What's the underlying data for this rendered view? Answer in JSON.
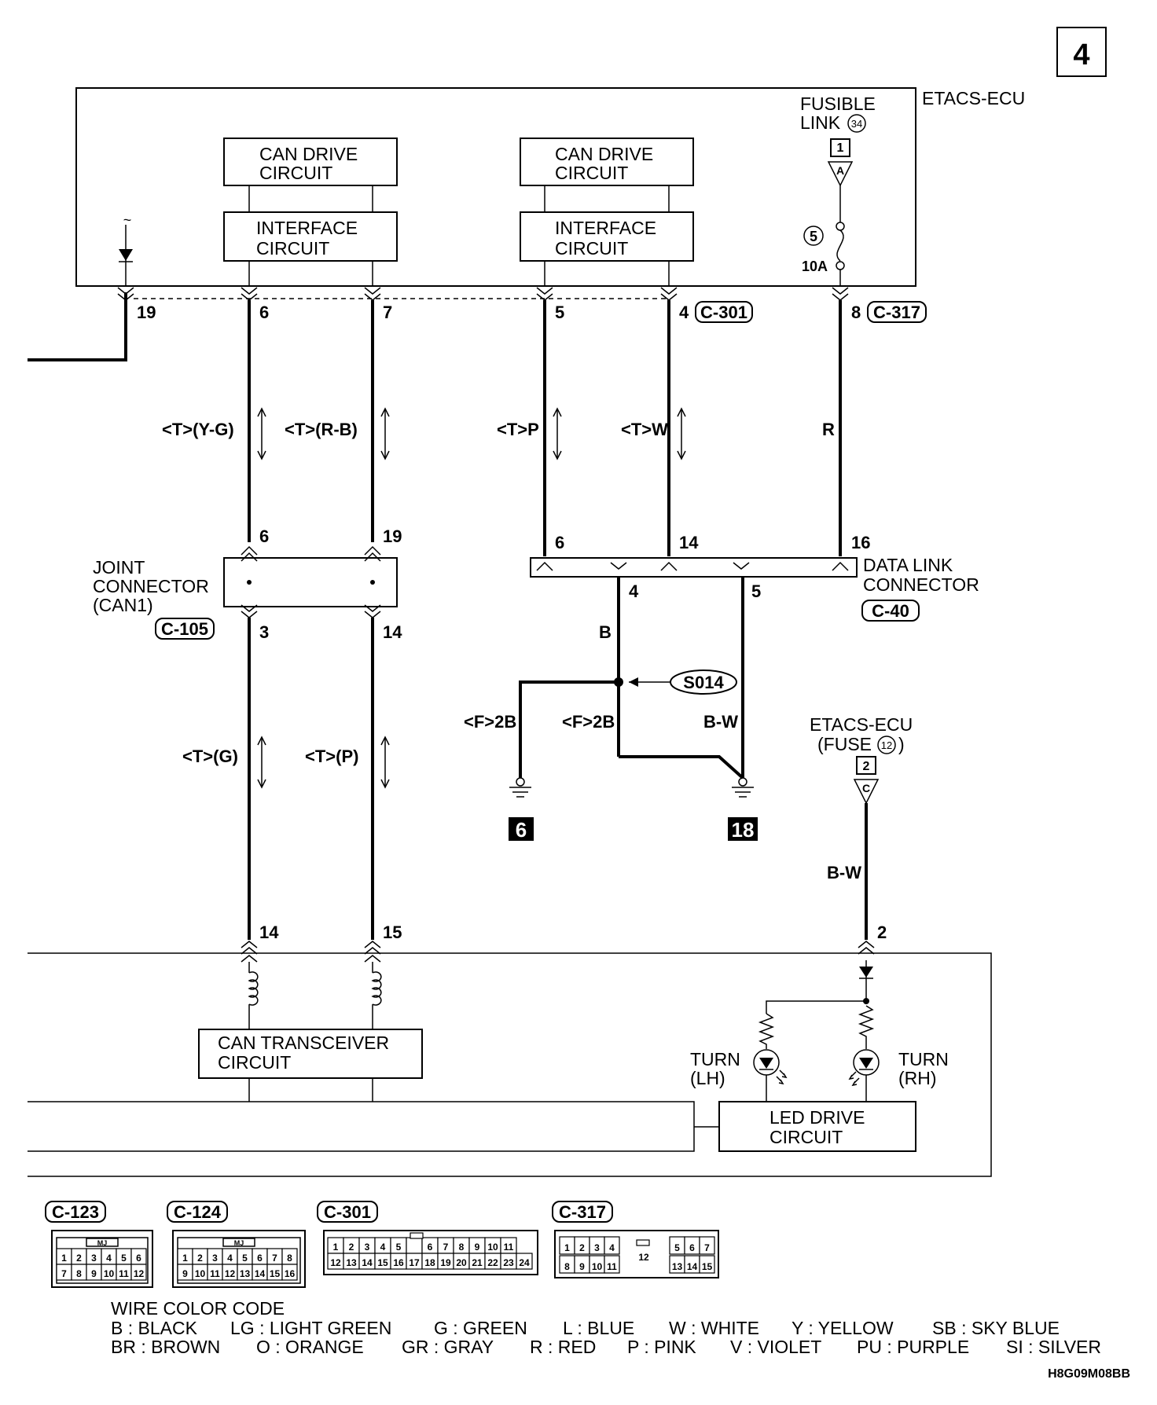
{
  "page_number": "4",
  "ecu": {
    "label": "ETACS-ECU",
    "fusible_link": {
      "line1": "FUSIBLE",
      "line2": "LINK",
      "num": "34",
      "box": "1",
      "tri": "A"
    },
    "fuse": {
      "num": "5",
      "amp": "10A"
    },
    "blocks": [
      {
        "l1": "CAN DRIVE",
        "l2": "CIRCUIT"
      },
      {
        "l1": "INTERFACE",
        "l2": "CIRCUIT"
      },
      {
        "l1": "CAN DRIVE",
        "l2": "CIRCUIT"
      },
      {
        "l1": "INTERFACE",
        "l2": "CIRCUIT"
      }
    ],
    "pins": [
      "19",
      "6",
      "7",
      "5",
      "4",
      "8"
    ],
    "connector_ids": [
      "C-301",
      "C-317"
    ]
  },
  "wires_upper": [
    "<T>(Y-G)",
    "<T>(R-B)",
    "<T>P",
    "<T>W",
    "R"
  ],
  "joint": {
    "line1": "JOINT",
    "line2": "CONNECTOR",
    "line3": "(CAN1)",
    "id": "C-105",
    "pins_top": [
      "6",
      "19"
    ],
    "pins_bottom": [
      "3",
      "14"
    ]
  },
  "dlc": {
    "line1": "DATA LINK",
    "line2": "CONNECTOR",
    "id": "C-40",
    "pins_top": [
      "6",
      "14",
      "16"
    ],
    "pins_bottom": [
      "4",
      "5"
    ]
  },
  "lower_wires": {
    "b": "B",
    "bw": "B-W",
    "f1": "<F>2B",
    "f2": "<F>2B",
    "splice": "S014",
    "ground1": "6",
    "ground2": "18",
    "tg": "<T>(G)",
    "tp": "<T>(P)"
  },
  "etacs_fuse": {
    "line1": "ETACS-ECU",
    "line2": "(FUSE",
    "num": "12",
    "close": ")",
    "box": "2",
    "tri": "C",
    "wire": "B-W",
    "pin": "2"
  },
  "bottom_pins": [
    "14",
    "15"
  ],
  "meter": {
    "can_l1": "CAN TRANSCEIVER",
    "can_l2": "CIRCUIT",
    "led_l1": "LED DRIVE",
    "led_l2": "CIRCUIT",
    "turn_lh_1": "TURN",
    "turn_lh_2": "(LH)",
    "turn_rh_1": "TURN",
    "turn_rh_2": "(RH)"
  },
  "connectors": [
    {
      "id": "C-123",
      "tag": "MJ",
      "row1": [
        "1",
        "2",
        "3",
        "4",
        "5",
        "6"
      ],
      "row2": [
        "7",
        "8",
        "9",
        "10",
        "11",
        "12"
      ]
    },
    {
      "id": "C-124",
      "tag": "MJ",
      "row1": [
        "1",
        "2",
        "3",
        "4",
        "5",
        "6",
        "7",
        "8"
      ],
      "row2": [
        "9",
        "10",
        "11",
        "12",
        "13",
        "14",
        "15",
        "16"
      ]
    },
    {
      "id": "C-301",
      "row1": [
        "1",
        "2",
        "3",
        "4",
        "5",
        "",
        "6",
        "7",
        "8",
        "9",
        "10",
        "11"
      ],
      "row2": [
        "12",
        "13",
        "14",
        "15",
        "16",
        "17",
        "18",
        "19",
        "20",
        "21",
        "22",
        "23",
        "24"
      ]
    },
    {
      "id": "C-317",
      "row1": [
        "1",
        "2",
        "3",
        "4",
        "5",
        "6",
        "7"
      ],
      "row2": [
        "8",
        "9",
        "10",
        "11",
        "13",
        "14",
        "15"
      ],
      "center": "12"
    }
  ],
  "wire_color_code": {
    "title": "WIRE COLOR CODE",
    "row1": [
      "B : BLACK",
      "LG : LIGHT GREEN",
      "G : GREEN",
      "L : BLUE",
      "W : WHITE",
      "Y : YELLOW",
      "SB : SKY BLUE"
    ],
    "row2": [
      "BR : BROWN",
      "O : ORANGE",
      "GR : GRAY",
      "R : RED",
      "P : PINK",
      "V : VIOLET",
      "PU : PURPLE",
      "SI : SILVER"
    ]
  },
  "figure_code": "H8G09M08BB"
}
